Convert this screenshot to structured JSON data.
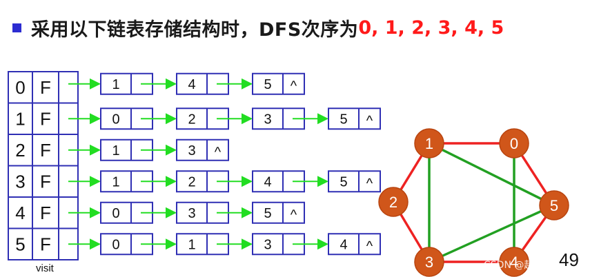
{
  "heading": {
    "bullet_icon": "square-bullet-icon",
    "bullet_color": "#2c2cd1",
    "text": "采用以下链表存储结构时，DFS次序为",
    "sequence": "0, 1, 2, 3, 4, 5",
    "sequence_color": "#ff1a1a"
  },
  "table": {
    "label": "visit",
    "rows": [
      {
        "index": "0",
        "flag": "F",
        "list": [
          "1",
          "4",
          "5"
        ]
      },
      {
        "index": "1",
        "flag": "F",
        "list": [
          "0",
          "2",
          "3",
          "5"
        ]
      },
      {
        "index": "2",
        "flag": "F",
        "list": [
          "1",
          "3"
        ]
      },
      {
        "index": "3",
        "flag": "F",
        "list": [
          "1",
          "2",
          "4",
          "5"
        ]
      },
      {
        "index": "4",
        "flag": "F",
        "list": [
          "0",
          "3",
          "5"
        ]
      },
      {
        "index": "5",
        "flag": "F",
        "list": [
          "0",
          "1",
          "3",
          "4"
        ]
      }
    ],
    "null_marker": "^",
    "border_color": "#2f2fb4",
    "arrow_color": "#22dd22"
  },
  "graph": {
    "vertices": [
      "0",
      "1",
      "2",
      "3",
      "4",
      "5"
    ],
    "node_color": "#d0561a",
    "red_edges": [
      [
        "1",
        "0"
      ],
      [
        "1",
        "2"
      ],
      [
        "2",
        "3"
      ],
      [
        "3",
        "4"
      ],
      [
        "4",
        "5"
      ],
      [
        "0",
        "5"
      ]
    ],
    "green_edges": [
      [
        "1",
        "3"
      ],
      [
        "1",
        "5"
      ],
      [
        "0",
        "4"
      ],
      [
        "3",
        "5"
      ]
    ],
    "red_color": "#ee2222",
    "green_color": "#22a022"
  },
  "page_number": "49",
  "watermark": "CSDN @起床炸炸"
}
